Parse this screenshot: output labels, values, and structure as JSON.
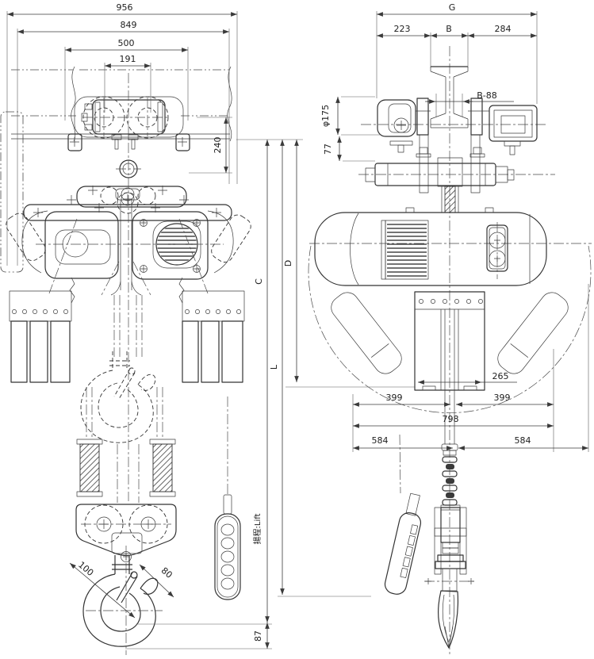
{
  "colors": {
    "background": "#ffffff",
    "line": "#333333",
    "dimension": "#3a3a3a"
  },
  "front_view": {
    "dims": {
      "overall_width": "956",
      "width_849": "849",
      "width_500": "500",
      "width_191": "191",
      "height_240": "240",
      "height_c": "C",
      "height_l": "L",
      "height_d": "D",
      "hook_opening_100": "100",
      "hook_depth_80": "80",
      "hook_height_87": "87",
      "lift_note": "揚程:Lift"
    }
  },
  "side_view": {
    "dims": {
      "overall_g": "G",
      "width_223": "223",
      "flange_b": "B",
      "width_284": "284",
      "b_minus_88": "B-88",
      "wheel_diameter": "φ175",
      "height_77": "77",
      "container_width_265": "265",
      "width_399_left": "399",
      "width_399_right": "399",
      "width_798": "798",
      "radius_584_left": "584",
      "radius_584_right": "584"
    }
  }
}
